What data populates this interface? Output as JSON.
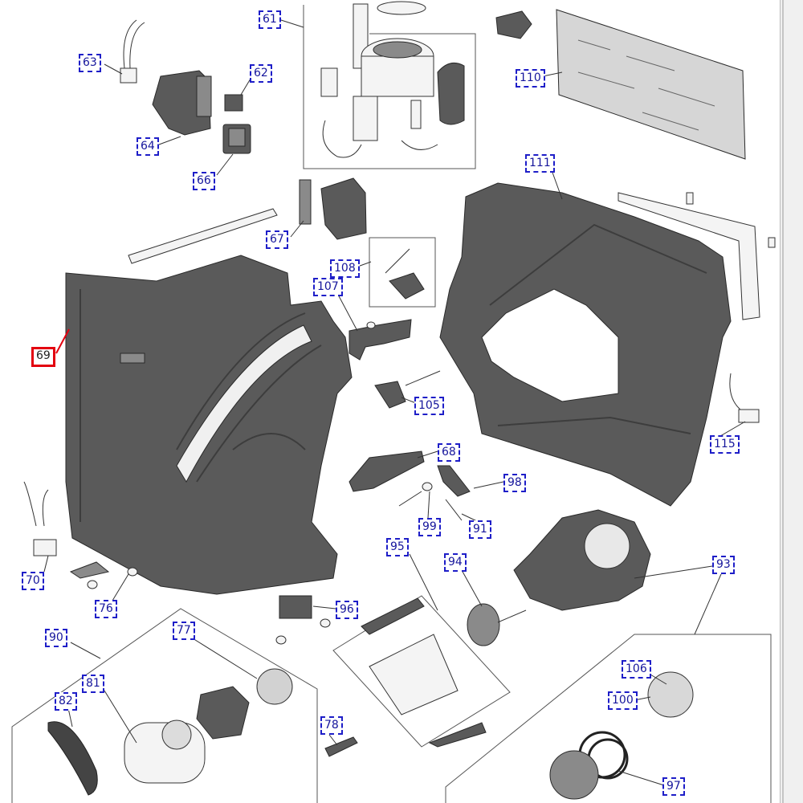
{
  "diagram": {
    "highlight_color": "#e3000f",
    "callout_color": "#1e1ec8",
    "part_color": "#5a5a5a",
    "highlighted_part": "69",
    "callouts": [
      {
        "key": "c61",
        "label": "61"
      },
      {
        "key": "c63",
        "label": "63"
      },
      {
        "key": "c62",
        "label": "62"
      },
      {
        "key": "c64",
        "label": "64"
      },
      {
        "key": "c66",
        "label": "66"
      },
      {
        "key": "c110",
        "label": "110"
      },
      {
        "key": "c111",
        "label": "111"
      },
      {
        "key": "c67",
        "label": "67"
      },
      {
        "key": "c108",
        "label": "108"
      },
      {
        "key": "c107",
        "label": "107"
      },
      {
        "key": "c69",
        "label": "69"
      },
      {
        "key": "c105",
        "label": "105"
      },
      {
        "key": "c115",
        "label": "115"
      },
      {
        "key": "c68",
        "label": "68"
      },
      {
        "key": "c98",
        "label": "98"
      },
      {
        "key": "c99",
        "label": "99"
      },
      {
        "key": "c91",
        "label": "91"
      },
      {
        "key": "c70",
        "label": "70"
      },
      {
        "key": "c95",
        "label": "95"
      },
      {
        "key": "c94",
        "label": "94"
      },
      {
        "key": "c93",
        "label": "93"
      },
      {
        "key": "c76",
        "label": "76"
      },
      {
        "key": "c96",
        "label": "96"
      },
      {
        "key": "c90",
        "label": "90"
      },
      {
        "key": "c77",
        "label": "77"
      },
      {
        "key": "c81",
        "label": "81"
      },
      {
        "key": "c82",
        "label": "82"
      },
      {
        "key": "c106",
        "label": "106"
      },
      {
        "key": "c100",
        "label": "100"
      },
      {
        "key": "c78",
        "label": "78"
      },
      {
        "key": "c97",
        "label": "97"
      }
    ]
  }
}
